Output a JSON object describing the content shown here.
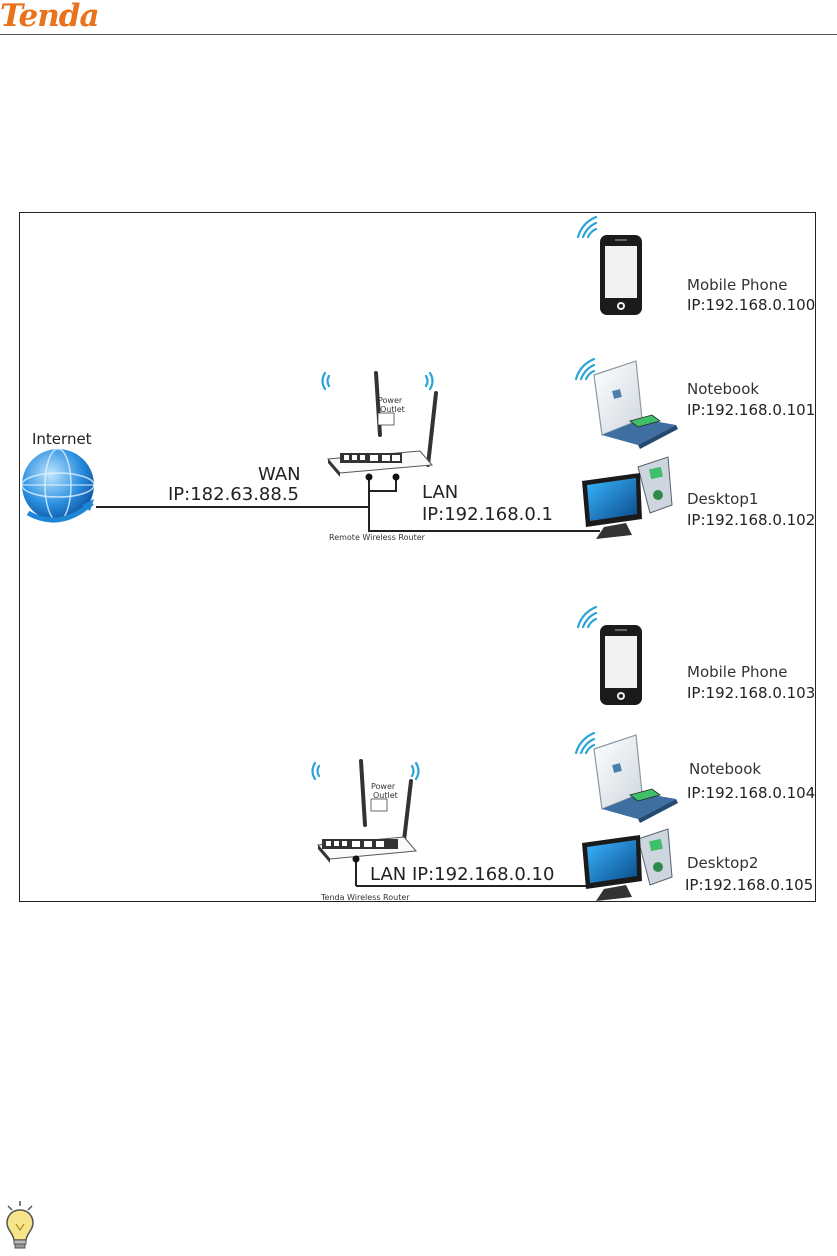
{
  "header": {
    "brand": "Tenda"
  },
  "diagram": {
    "internet": {
      "label": "Internet"
    },
    "wan": {
      "label": "WAN",
      "ip": "IP:182.63.88.5"
    },
    "remote_router": {
      "lan_label": "LAN",
      "lan_ip": "IP:192.168.0.1",
      "caption": "Remote Wireless Router",
      "port_labels": [
        "Power",
        "Outlet"
      ]
    },
    "local_router": {
      "lan_label": "LAN IP:192.168.0.10",
      "caption": "Tenda Wireless Router",
      "port_labels": [
        "Power",
        "Outlet"
      ]
    },
    "devices": [
      {
        "name": "Mobile Phone",
        "ip": "IP:192.168.0.100"
      },
      {
        "name": "Notebook",
        "ip": "IP:192.168.0.101"
      },
      {
        "name": "Desktop1",
        "ip": "IP:192.168.0.102"
      },
      {
        "name": "Mobile Phone",
        "ip": "IP:192.168.0.103"
      },
      {
        "name": "Notebook",
        "ip": "IP:192.168.0.104"
      },
      {
        "name": "Desktop2",
        "ip": "IP:192.168.0.105"
      }
    ]
  },
  "icons": {
    "internet": "globe-icon",
    "router": "router-icon",
    "phone": "mobile-phone-icon",
    "notebook": "notebook-icon",
    "desktop": "desktop-icon",
    "wifi": "wifi-icon",
    "tip": "lightbulb-icon"
  },
  "colors": {
    "brand": "#e8731c",
    "wifi": "#2aa3d6",
    "globe": "#1f86d6"
  }
}
